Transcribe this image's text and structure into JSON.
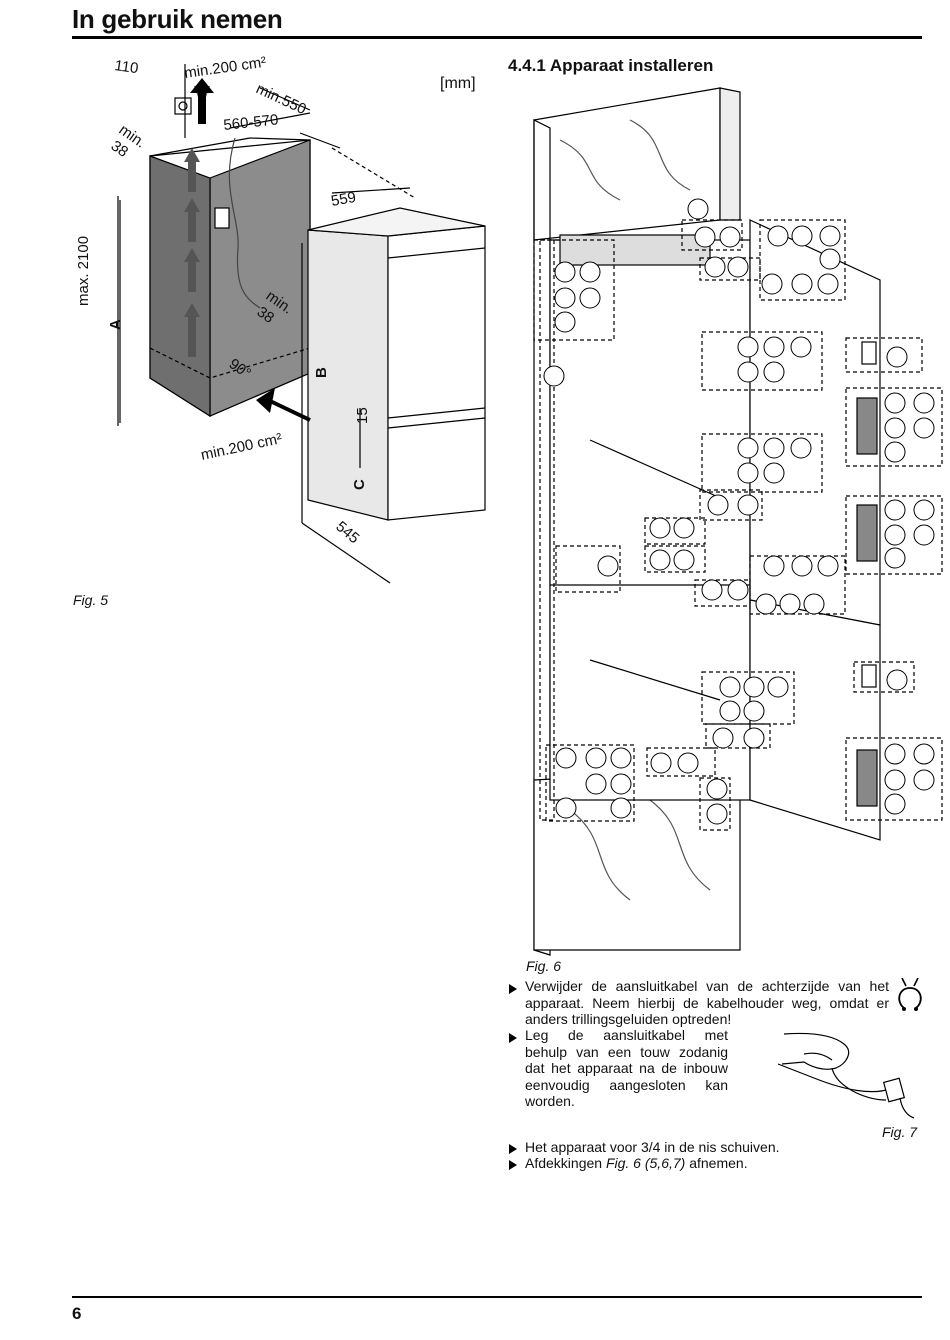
{
  "header": {
    "title": "In gebruik nemen"
  },
  "section": {
    "title": "4.4.1 Apparaat installeren"
  },
  "fig5": {
    "caption": "Fig. 5",
    "unit": "[mm]",
    "labels": {
      "d110": "110",
      "min200_top": "min.200 cm²",
      "min550": "min.550",
      "d560": "560-570",
      "min38_top": "min.",
      "min38_top_b": "38",
      "max2100": "max. 2100",
      "d559": "559",
      "A": "A",
      "min38_mid": "min.",
      "min38_mid_b": "38",
      "deg90": "90°",
      "B": "B",
      "d15": "15",
      "C": "C",
      "min200_bot": "min.200 cm²",
      "d545": "545"
    }
  },
  "fig6": {
    "caption": "Fig. 6"
  },
  "fig7": {
    "caption": "Fig. 7"
  },
  "instructions": {
    "item1": [
      "Verwijder de aansluitkabel van de achterzijde van het",
      "apparaat. Neem hierbij de kabelhouder weg, omdat er",
      "anders trillingsgeluiden optreden!"
    ],
    "item2": [
      "Leg de aansluitkabel met",
      "behulp van een touw zodanig",
      "dat het apparaat na de inbouw",
      "eenvoudig aangesloten kan",
      "worden."
    ],
    "item3": "Het apparaat voor 3/4 in de nis schuiven.",
    "item4_pre": "Afdekkingen ",
    "item4_ref": "Fig. 6 (5,6,7)",
    "item4_post": " afnemen."
  },
  "footer": {
    "page_number": "6"
  }
}
